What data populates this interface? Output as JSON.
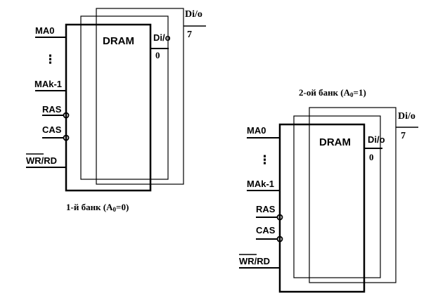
{
  "banks": [
    {
      "caption": {
        "prefix": "1-й банк (A",
        "sub": "0",
        "suffix": "=0)"
      },
      "chip_label": "DRAM",
      "pins": {
        "ma0": "MA0",
        "dots": "⋮",
        "mak1": "MAk-1",
        "ras": "RAS",
        "cas": "CAS",
        "wr": "WR",
        "rd": "/RD"
      },
      "data_inner": {
        "label": "Di/o",
        "bit": "0"
      },
      "data_outer": {
        "label": "Di/o",
        "bit": "7"
      }
    },
    {
      "caption": {
        "prefix": "2-ой банк (A",
        "sub": "0",
        "suffix": "=1)"
      },
      "chip_label": "DRAM",
      "pins": {
        "ma0": "MA0",
        "dots": "⋮",
        "mak1": "MAk-1",
        "ras": "RAS",
        "cas": "CAS",
        "wr": "WR",
        "rd": "/RD"
      },
      "data_inner": {
        "label": "Di/o",
        "bit": "0"
      },
      "data_outer": {
        "label": "Di/o",
        "bit": "7"
      }
    }
  ]
}
